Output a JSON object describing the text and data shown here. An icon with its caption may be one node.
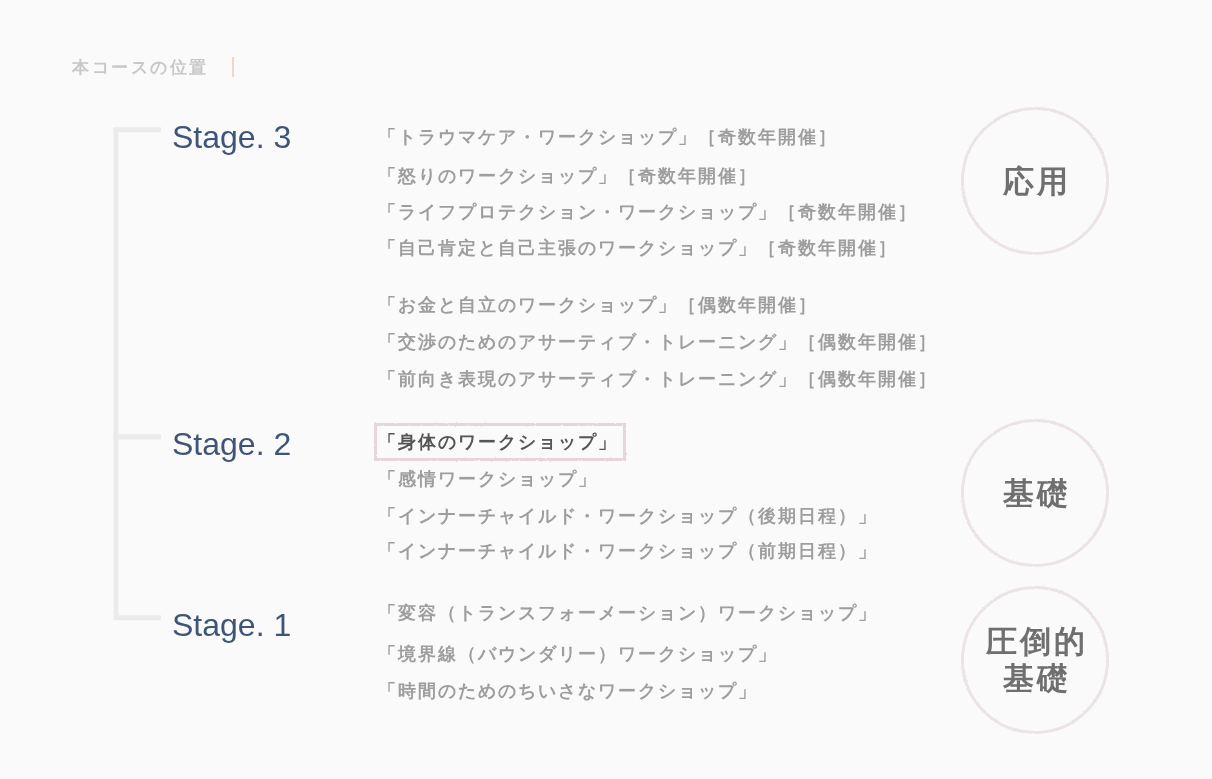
{
  "diagram": {
    "title": "本コースの位置",
    "nodes": [
      {
        "text": [
          "Stage. 3"
        ]
      },
      {
        "text": [
          "応用"
        ]
      },
      {
        "text": [
          "Stage. 2"
        ]
      },
      {
        "text": [
          "「身体のワークショップ」"
        ]
      },
      {
        "text": [
          "基礎"
        ]
      },
      {
        "text": [
          "Stage. 1"
        ]
      },
      {
        "text": [
          "圧倒的基礎"
        ]
      }
    ],
    "edges": [
      {
        "from": 0,
        "to": 2,
        "arrow": "none"
      },
      {
        "from": 2,
        "to": 5,
        "arrow": "none"
      }
    ],
    "labels": [
      "「トラウマケア・ワークショップ」［奇数年開催］",
      "「怒りのワークショップ」［奇数年開催］",
      "「ライフプロテクション・ワークショップ」［奇数年開催］",
      "「自己肯定と自己主張のワークショップ」［奇数年開催］",
      "「お金と自立のワークショップ」［偶数年開催］",
      "「交渉のためのアサーティブ・トレーニング」［偶数年開催］",
      "「前向き表現のアサーティブ・トレーニング」［偶数年開催］",
      "「感情ワークショップ」",
      "「インナーチャイルド・ワークショップ（後期日程）」",
      "「インナーチャイルド・ワークショップ（前期日程）」",
      "「変容（トランスフォーメーション）ワークショップ」",
      "「境界線（バウンダリー）ワークショップ」",
      "「時間のためのちいさなワークショップ」"
    ]
  }
}
